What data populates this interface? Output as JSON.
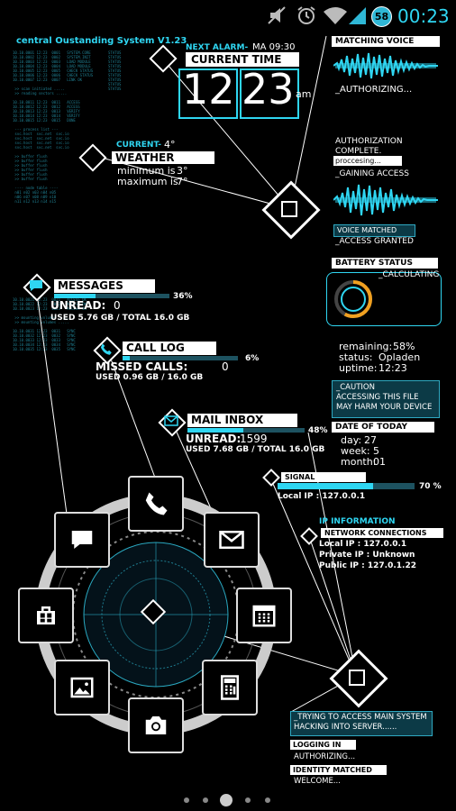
{
  "status_bar": {
    "time": "00:23",
    "badge": "58",
    "icons": [
      "mute-icon",
      "alarm-icon",
      "wifi-icon",
      "signal-icon"
    ]
  },
  "header": {
    "system_title": "central Oustanding System V1.23"
  },
  "clock": {
    "next_alarm_label": "NEXT ALARM-",
    "next_alarm_value": "MA 09:30",
    "title": "CURRENT TIME",
    "hours": "12",
    "minutes": "23",
    "ampm": "am"
  },
  "weather": {
    "current_label": "CURRENT-",
    "current_value": "4°",
    "title": "WEATHER",
    "min_label": "minimum is",
    "min_value": "3°",
    "max_label": "maximum is",
    "max_value": "7°"
  },
  "messages": {
    "title": "MESSAGES",
    "percent": "36%",
    "progress": 0.36,
    "unread_label": "UNREAD:",
    "unread_value": "0",
    "used": "USED 5.76 GB / TOTAL 16.0 GB"
  },
  "call_log": {
    "title": "CALL LOG",
    "percent": "6%",
    "progress": 0.06,
    "missed_label": "MISSED CALLS:",
    "missed_value": "0",
    "used": "USED 0.96 GB / 16.0 GB"
  },
  "mail": {
    "title": "MAIL INBOX",
    "percent": "48%",
    "progress": 0.48,
    "unread_label": "UNREAD:",
    "unread_value": "1599",
    "used": "USED 7.68 GB / TOTAL 16.0 GB"
  },
  "voice": {
    "title": "MATCHING VOICE",
    "authorizing": "_AUTHORIZING...",
    "complete": "AUTHORIZATION COMPLETE.",
    "processing": "proccesing...",
    "gaining": "_GAINING ACCESS",
    "matched": "VOICE MATCHED",
    "granted": "_ACCESS GRANTED"
  },
  "battery": {
    "title": "BATTERY STATUS",
    "calculating": "_CALCULATING",
    "level": 0.58,
    "remaining_label": "remaining:",
    "remaining_value": "58%",
    "status_label": "status:",
    "status_value": "Opladen",
    "uptime_label": "uptime:",
    "uptime_value": "12:23"
  },
  "caution": {
    "line1": "_CAUTION",
    "line2": "ACCESSING THIS FILE",
    "line3": "MAY HARM YOUR DEVICE"
  },
  "date": {
    "title": "DATE OF TODAY",
    "day_label": "day:",
    "day_value": "27",
    "week_label": "week:",
    "week_value": "5",
    "month_label": "month:",
    "month_value": "01"
  },
  "signal": {
    "title": "SIGNAL",
    "percent": "70 %",
    "progress": 0.7,
    "local_ip": "Local IP : 127.0.0.1"
  },
  "ip": {
    "title": "IP INFORMATION",
    "network": "NETWORK CONNECTIONS",
    "local": "Local IP : 127.0.0.1",
    "private": "Private IP : Unknown",
    "public": "Public IP : 127.0.1.22"
  },
  "hack": {
    "line1": "_TRYING TO ACCESS MAIN SYSTEM",
    "line2": "HACKING INTO SERVER......",
    "logging": "LOGGING IN",
    "authorizing": "AUTHORIZING...",
    "identity": "IDENTITY MATCHED",
    "welcome": "WELCOME..."
  },
  "dock_icons": [
    "phone-icon",
    "mail-icon",
    "calendar-icon",
    "calculator-icon",
    "camera-icon",
    "gallery-icon",
    "store-icon",
    "messages-icon"
  ],
  "page_indicator": {
    "count": 5,
    "active": 2
  }
}
